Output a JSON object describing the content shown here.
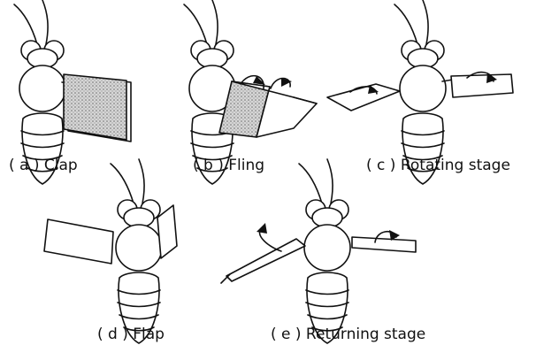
{
  "panels": {
    "a": {
      "label": "( a ) Clap"
    },
    "b": {
      "label": "( b ) Fling"
    },
    "c": {
      "label": "( c ) Rotating stage"
    },
    "d": {
      "label": "( d ) Flap"
    },
    "e": {
      "label": "( e ) Returning stage"
    }
  },
  "colors": {
    "ink": "#111111",
    "wing_shade": "#bdbdbd",
    "background": "#ffffff"
  }
}
